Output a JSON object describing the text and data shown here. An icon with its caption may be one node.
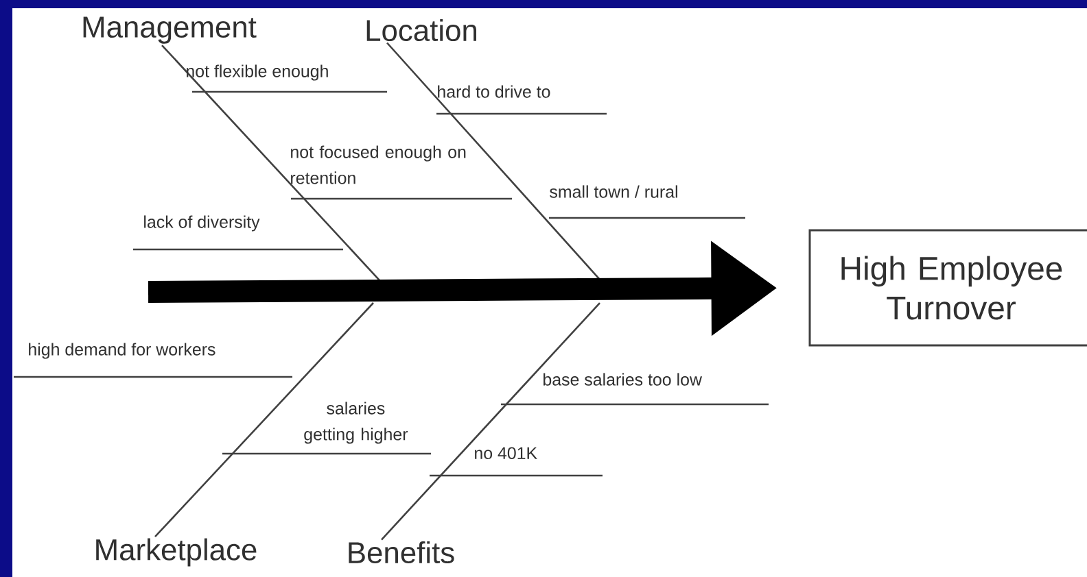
{
  "diagram": {
    "nodes": [
      {
        "text": [
          "Management"
        ]
      },
      {
        "text": [
          "Location"
        ]
      },
      {
        "text": [
          "Marketplace"
        ]
      },
      {
        "text": [
          "Benefits"
        ]
      },
      {
        "text": [
          "High Employee Turnover"
        ]
      }
    ],
    "edges": [
      {
        "from": 0,
        "to": null,
        "arrow": "none"
      },
      {
        "from": 1,
        "to": null,
        "arrow": "none"
      },
      {
        "from": 2,
        "to": null,
        "arrow": "none"
      },
      {
        "from": 3,
        "to": null,
        "arrow": "none"
      },
      {
        "from": null,
        "to": 4,
        "arrow": "to",
        "style": "thick"
      }
    ],
    "labels": [
      "not flexible enough",
      "hard to drive to",
      "not focused enough on retention",
      "small town / rural",
      "lack of diversity",
      "high demand for workers",
      "base salaries too low",
      "salaries getting higher",
      "no 401K"
    ]
  }
}
